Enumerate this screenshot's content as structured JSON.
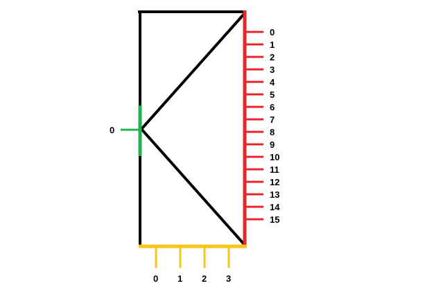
{
  "colors": {
    "frame": "#000000",
    "right_ports": "#e8262b",
    "left_port": "#22b14c",
    "bottom_ports": "#f5c518",
    "background": "#ffffff"
  },
  "left_port": {
    "labels": [
      "0"
    ]
  },
  "right_ports": {
    "labels": [
      "0",
      "1",
      "2",
      "3",
      "4",
      "5",
      "6",
      "7",
      "8",
      "9",
      "10",
      "11",
      "12",
      "13",
      "14",
      "15"
    ]
  },
  "bottom_ports": {
    "labels": [
      "0",
      "1",
      "2",
      "3"
    ]
  }
}
